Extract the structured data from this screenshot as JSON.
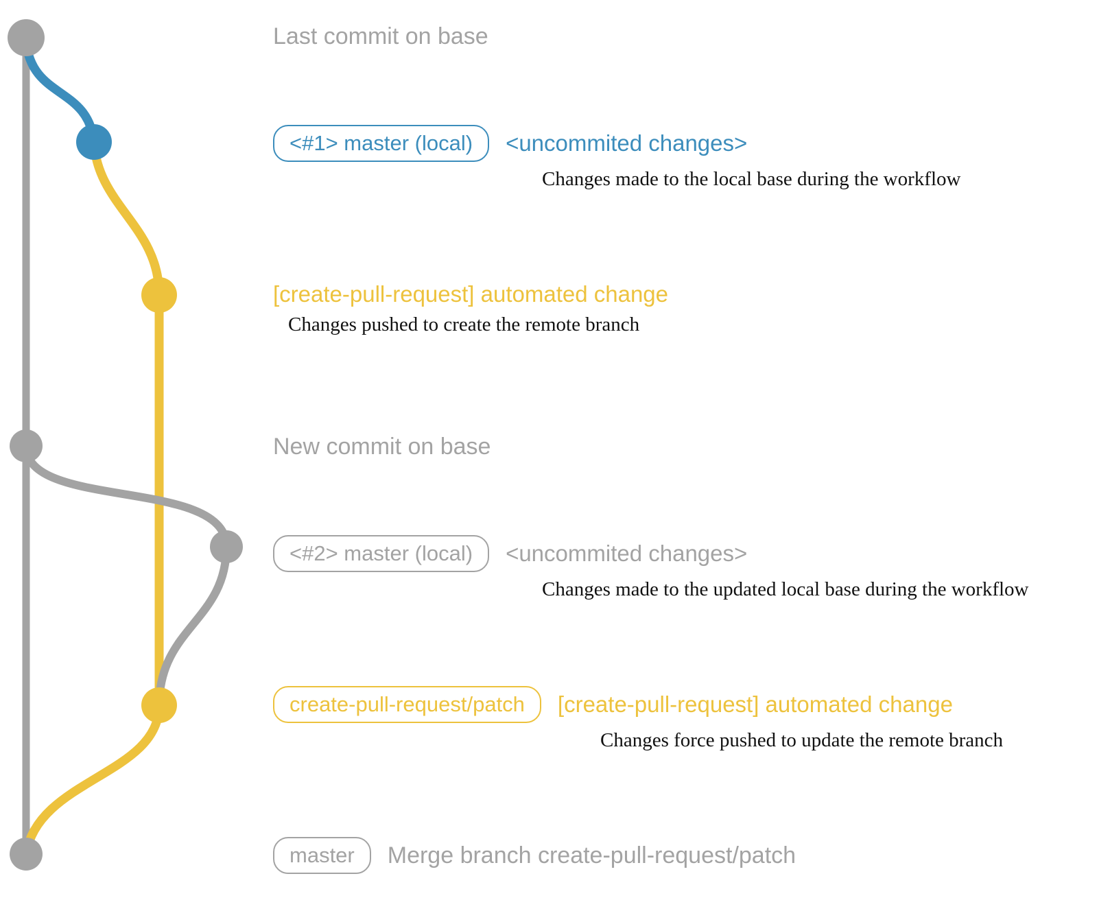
{
  "colors": {
    "gray": "#a3a3a3",
    "blue": "#3c8dbc",
    "yellow": "#edc23d",
    "caption": "#111111"
  },
  "graph": {
    "branches": [
      {
        "name": "base (master remote)",
        "color": "#a3a3a3"
      },
      {
        "name": "master local changes",
        "color": "#3c8dbc"
      },
      {
        "name": "create-pull-request/patch",
        "color": "#edc23d"
      },
      {
        "name": "updated master local changes",
        "color": "#a3a3a3"
      }
    ],
    "nodes": [
      {
        "name": "last-commit-on-base",
        "color": "#a3a3a3"
      },
      {
        "name": "local-uncommitted-1",
        "color": "#3c8dbc"
      },
      {
        "name": "automated-change-1",
        "color": "#edc23d"
      },
      {
        "name": "new-commit-on-base",
        "color": "#a3a3a3"
      },
      {
        "name": "local-uncommitted-2",
        "color": "#a3a3a3"
      },
      {
        "name": "automated-change-2",
        "color": "#edc23d"
      },
      {
        "name": "merge-commit",
        "color": "#a3a3a3"
      }
    ]
  },
  "annotations": {
    "last_commit": {
      "text": "Last commit on base"
    },
    "row1": {
      "badge": "<#1> master (local)",
      "side": "<uncommited changes>",
      "caption": "Changes made to the local base during the workflow"
    },
    "row2": {
      "label": "[create-pull-request] automated change",
      "caption": "Changes pushed to create the remote branch"
    },
    "new_commit": {
      "text": "New commit on base"
    },
    "row3": {
      "badge": "<#2> master (local)",
      "side": "<uncommited changes>",
      "caption": "Changes made to the updated local base during the workflow"
    },
    "row4": {
      "badge": "create-pull-request/patch",
      "side": "[create-pull-request] automated change",
      "caption": "Changes force pushed to update the remote branch"
    },
    "row5": {
      "badge": "master",
      "side": "Merge branch create-pull-request/patch"
    }
  }
}
